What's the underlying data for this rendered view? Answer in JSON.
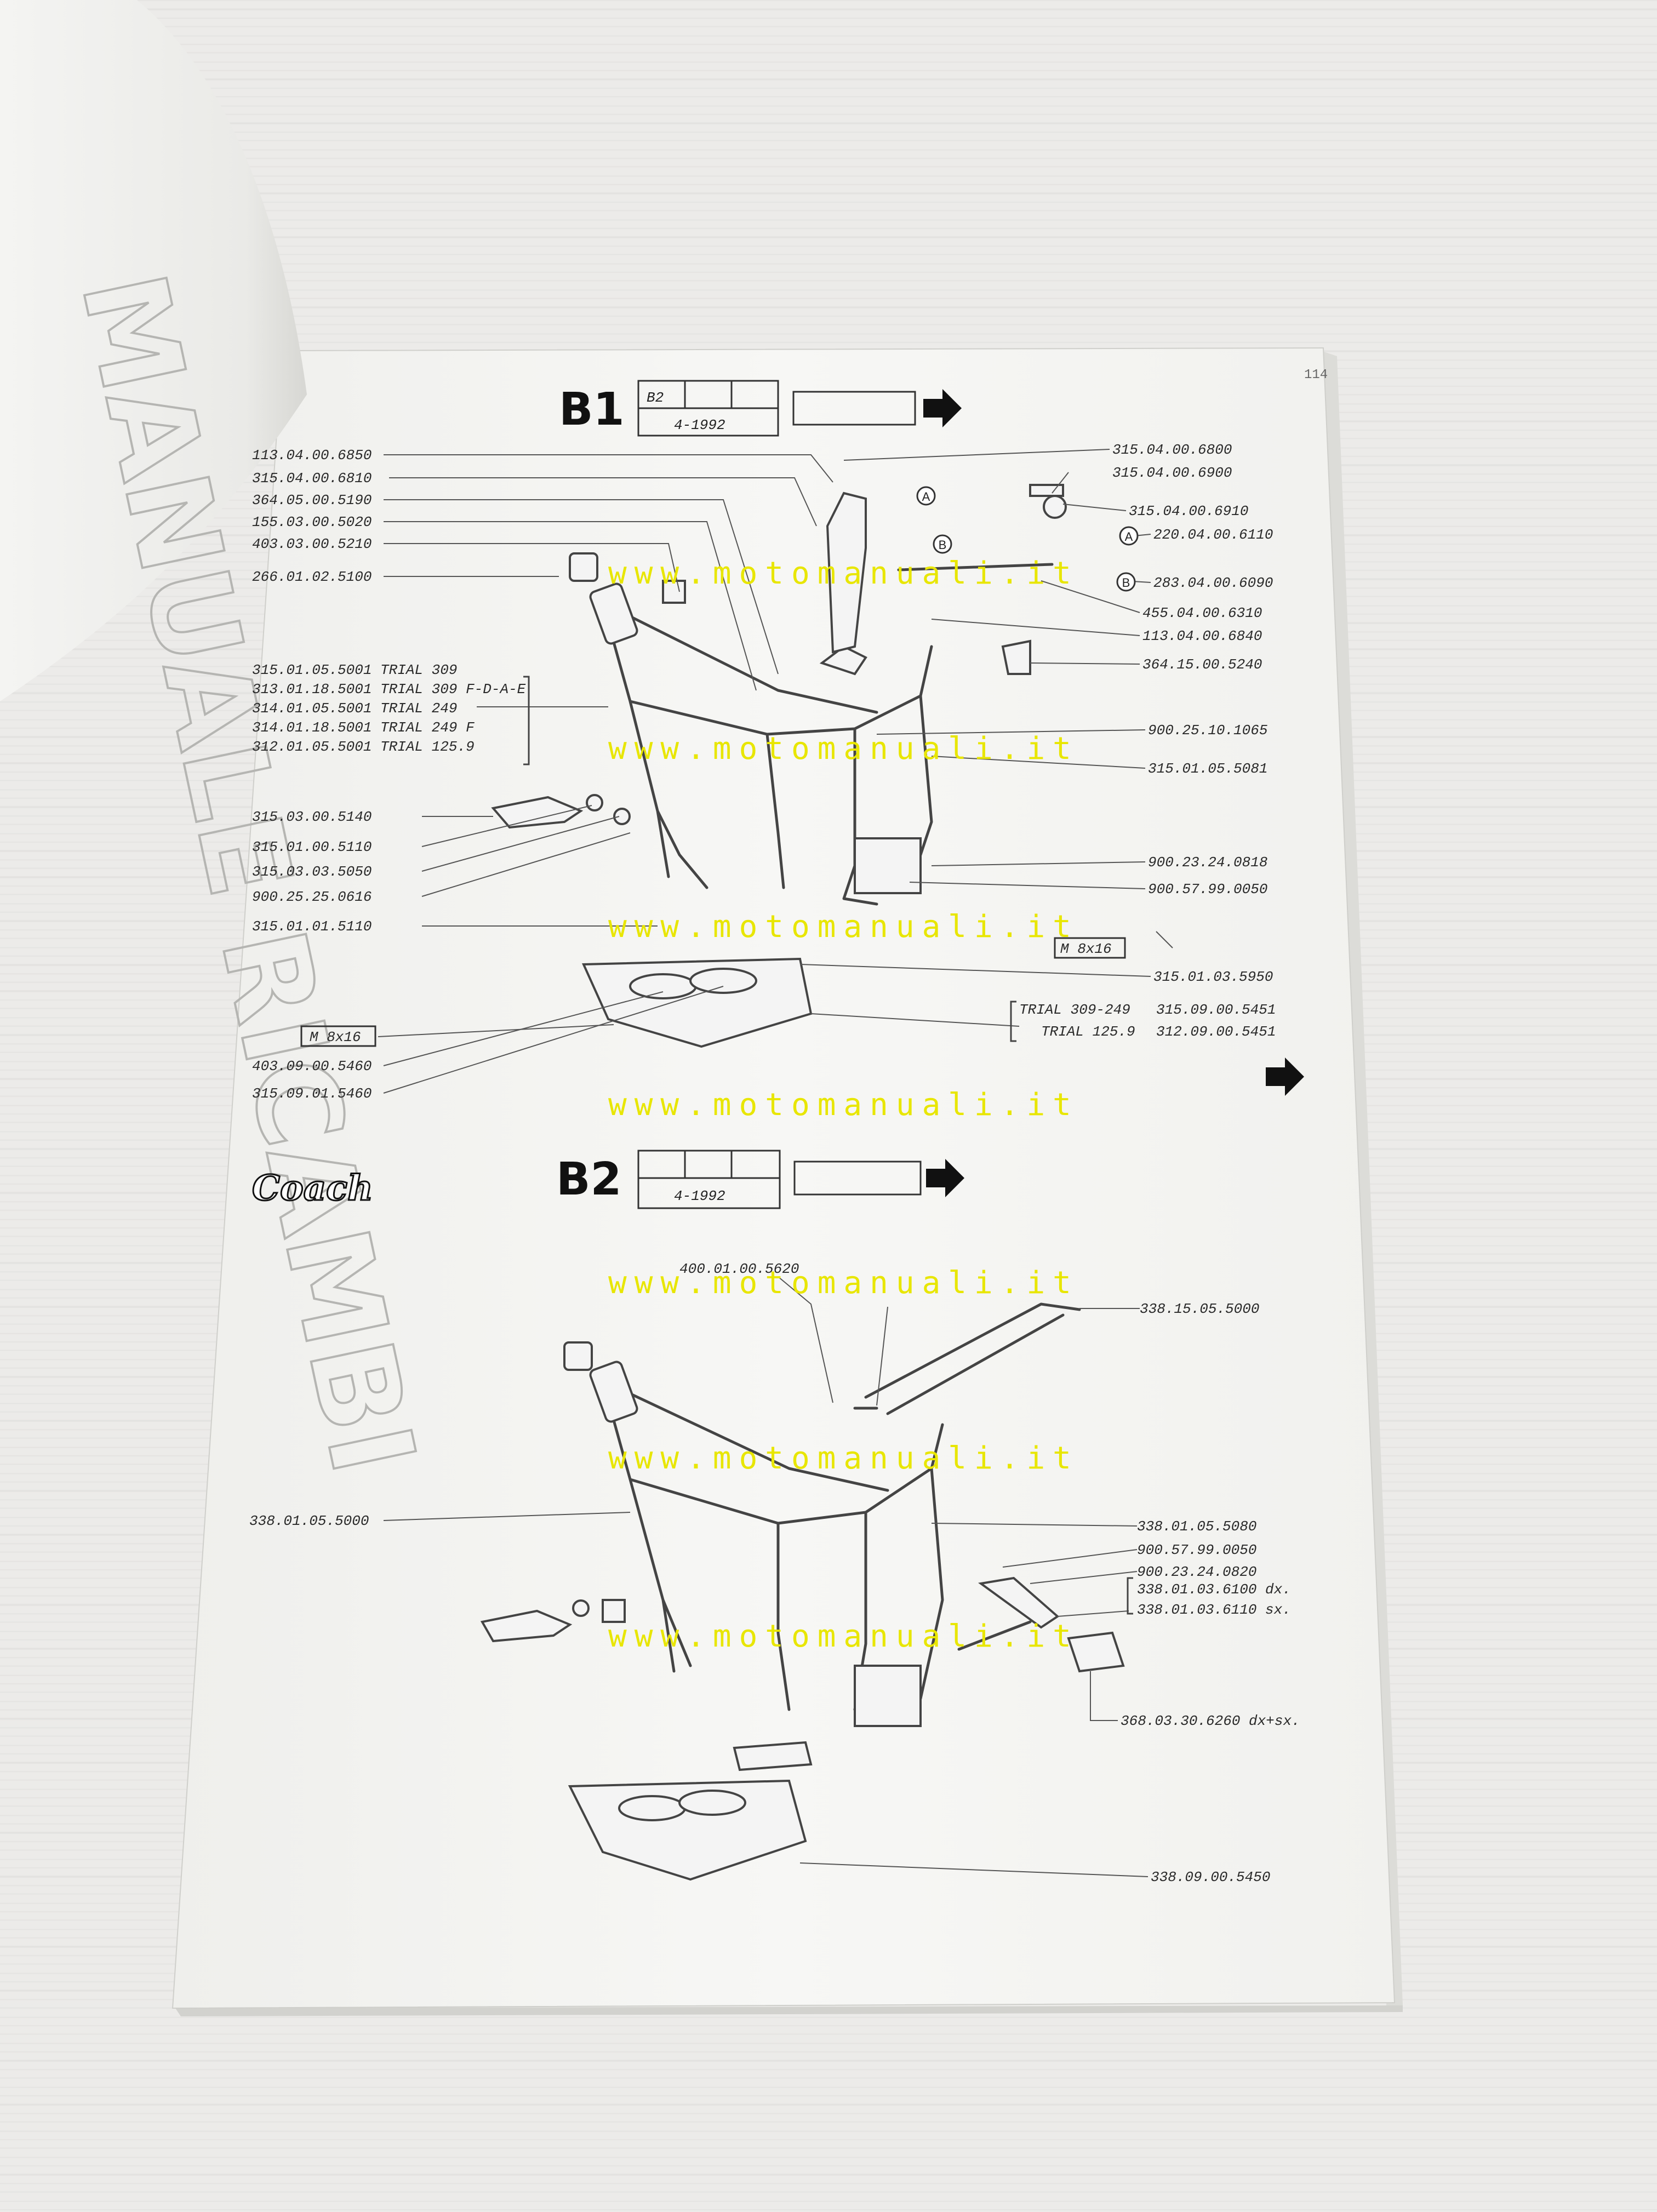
{
  "watermark": "www.motomanuali.it",
  "cover_text": "MANUALE RICAMBI",
  "page_mark": "114",
  "brand_logo": "Coach",
  "section_b1": {
    "code": "B1",
    "ref_code": "B2",
    "date": "4-1992",
    "left_labels": [
      "113.04.00.6850",
      "315.04.00.6810",
      "364.05.00.5190",
      "155.03.00.5020",
      "403.03.00.5210",
      "266.01.02.5100"
    ],
    "frame_group": [
      "315.01.05.5001 TRIAL 309",
      "313.01.18.5001 TRIAL 309 F-D-A-E",
      "314.01.05.5001 TRIAL 249",
      "314.01.18.5001 TRIAL 249 F",
      "312.01.05.5001 TRIAL 125.9"
    ],
    "lower_left_labels": [
      "315.03.00.5140",
      "315.01.00.5110",
      "315.03.03.5050",
      "900.25.25.0616",
      "315.01.01.5110"
    ],
    "bolt_left": "M 8x16",
    "bottom_left_labels": [
      "403.09.00.5460",
      "315.09.01.5460"
    ],
    "right_labels": [
      "315.04.00.6800",
      "315.04.00.6900",
      "315.04.00.6910",
      "220.04.00.6110",
      "283.04.00.6090",
      "455.04.00.6310",
      "113.04.00.6840",
      "364.15.00.5240",
      "900.25.10.1065",
      "315.01.05.5081",
      "900.23.24.0818",
      "900.57.99.0050"
    ],
    "marker_a": "A",
    "marker_b": "B",
    "bolt_right": "M 8x16",
    "skid_label": "315.01.03.5950",
    "trial_variants": [
      {
        "model": "TRIAL 309-249",
        "code": "315.09.00.5451"
      },
      {
        "model": "TRIAL 125.9",
        "code": "312.09.00.5451"
      }
    ]
  },
  "section_b2": {
    "code": "B2",
    "date": "4-1992",
    "top_label": "400.01.00.5620",
    "rack_label": "338.15.05.5000",
    "frame_label": "338.01.05.5000",
    "right_labels": [
      "338.01.05.5080",
      "900.57.99.0050",
      "900.23.24.0820",
      "338.01.03.6100 dx.",
      "338.01.03.6110 sx.",
      "368.03.30.6260 dx+sx."
    ],
    "skid_label": "338.09.00.5450"
  }
}
